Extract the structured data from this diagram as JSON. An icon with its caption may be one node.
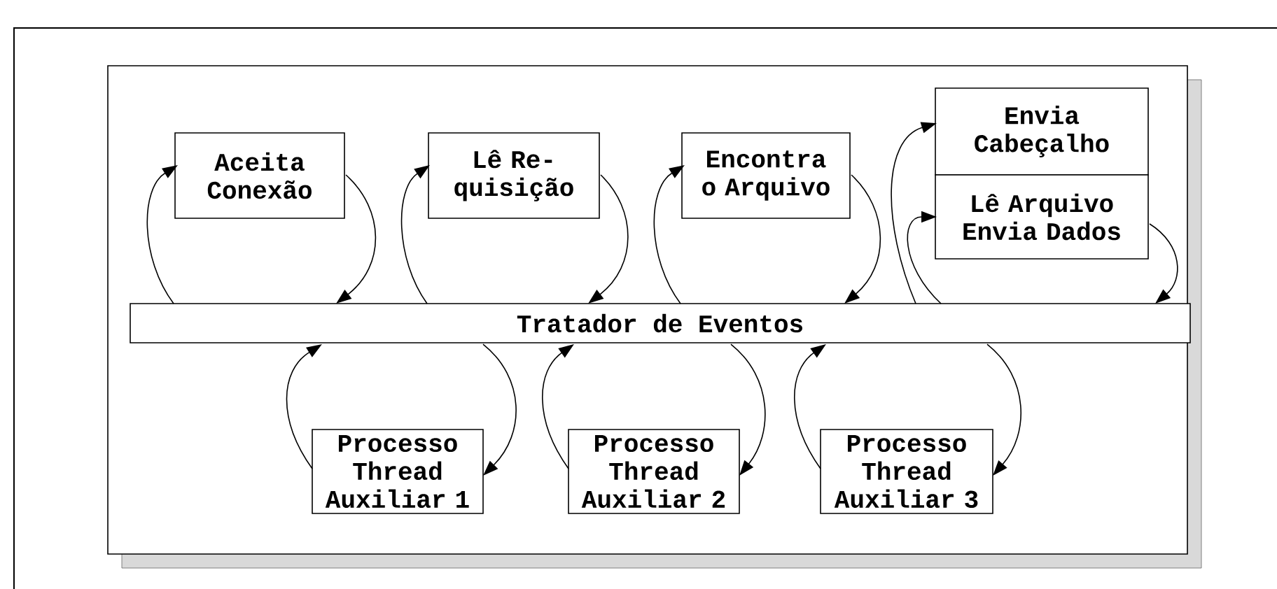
{
  "diagram": {
    "nodes": [
      {
        "text": [
          "Aceita Conexão"
        ]
      },
      {
        "text": [
          "Lê Re- quisição"
        ]
      },
      {
        "text": [
          "Encontra o Arquivo"
        ]
      },
      {
        "text": [
          "Envia Cabeçalho"
        ]
      },
      {
        "text": [
          "Lê Arquivo Envia Dados"
        ]
      },
      {
        "text": [
          "Tratador de Eventos"
        ]
      },
      {
        "text": [
          "Processo Thread Auxiliar 1"
        ]
      },
      {
        "text": [
          "Processo Thread Auxiliar 2"
        ]
      },
      {
        "text": [
          "Processo Thread Auxiliar 3"
        ]
      }
    ],
    "edges": [
      {
        "from": 5,
        "to": 0,
        "arrow": "to"
      },
      {
        "from": 0,
        "to": 5,
        "arrow": "to"
      },
      {
        "from": 5,
        "to": 1,
        "arrow": "to"
      },
      {
        "from": 1,
        "to": 5,
        "arrow": "to"
      },
      {
        "from": 5,
        "to": 2,
        "arrow": "to"
      },
      {
        "from": 2,
        "to": 5,
        "arrow": "to"
      },
      {
        "from": 5,
        "to": 3,
        "arrow": "to"
      },
      {
        "from": 5,
        "to": 4,
        "arrow": "to"
      },
      {
        "from": 4,
        "to": 5,
        "arrow": "to"
      },
      {
        "from": 6,
        "to": 5,
        "arrow": "to"
      },
      {
        "from": 5,
        "to": 6,
        "arrow": "to"
      },
      {
        "from": 7,
        "to": 5,
        "arrow": "to"
      },
      {
        "from": 5,
        "to": 7,
        "arrow": "to"
      },
      {
        "from": 8,
        "to": 5,
        "arrow": "to"
      },
      {
        "from": 5,
        "to": 8,
        "arrow": "to"
      }
    ]
  }
}
